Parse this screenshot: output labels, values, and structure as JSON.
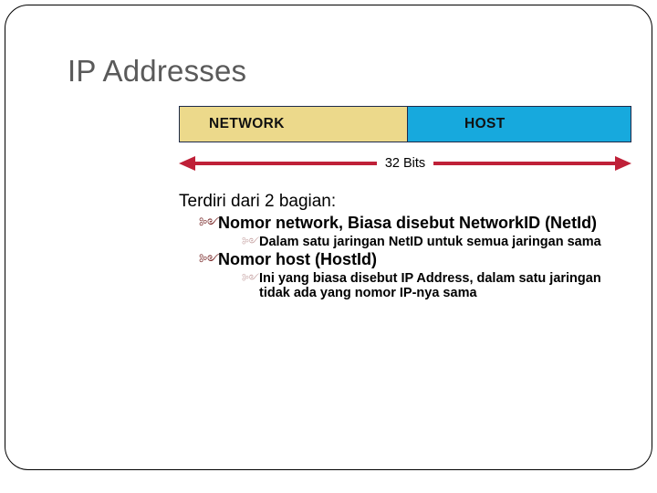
{
  "slide": {
    "title": "IP Addresses",
    "title_color": "#5a5a5a",
    "background": "#ffffff",
    "border_color": "#000000"
  },
  "diagram": {
    "name": "ip-address-32-bit-diagram",
    "segments": [
      {
        "label": "NETWORK",
        "color": "#ecd98b",
        "text_color": "#111111"
      },
      {
        "label": "HOST",
        "color": "#17a9dd",
        "text_color": "#111111"
      }
    ],
    "measure_label": "32 Bits",
    "arrow_color": "#bf2038",
    "border_color": "#1d2a4a"
  },
  "content": {
    "lead": "Terdiri dari 2 bagian:",
    "bullet_glyph": "༻",
    "bullet_glyph_level1_color": "#7b2c2c",
    "bullet_glyph_level2_color": "#c9a8a8",
    "items": [
      {
        "text": "Nomor network, Biasa disebut NetworkID (NetId)",
        "children": [
          {
            "text": "Dalam satu jaringan NetID untuk semua jaringan sama"
          }
        ]
      },
      {
        "text": "Nomor host (HostId)",
        "children": [
          {
            "text": "Ini yang biasa disebut IP Address, dalam satu jaringan tidak ada yang nomor IP-nya sama"
          }
        ]
      }
    ]
  }
}
